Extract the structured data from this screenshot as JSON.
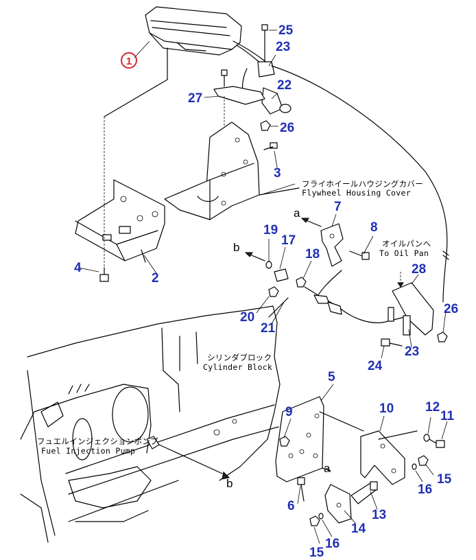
{
  "reference_marker": "1",
  "part_numbers": {
    "p2": "2",
    "p3": "3",
    "p4": "4",
    "p5": "5",
    "p6": "6",
    "p7": "7",
    "p8": "8",
    "p9": "9",
    "p10": "10",
    "p11": "11",
    "p12": "12",
    "p13": "13",
    "p14": "14",
    "p15a": "15",
    "p15b": "15",
    "p16a": "16",
    "p16b": "16",
    "p17": "17",
    "p18": "18",
    "p19": "19",
    "p20": "20",
    "p21": "21",
    "p22": "22",
    "p23a": "23",
    "p23b": "23",
    "p24": "24",
    "p25": "25",
    "p26a": "26",
    "p26b": "26",
    "p27": "27",
    "p28": "28"
  },
  "labels": {
    "flywheel_jp": "フライホイールハウジングカバー",
    "flywheel_en": "Flywheel Housing Cover",
    "oilpan_jp": "オイルパンへ",
    "oilpan_en": "To Oil Pan",
    "cylinder_jp": "シリンダブロック",
    "cylinder_en": "Cylinder Block",
    "injection_jp": "フュエルインジェクションポンプ",
    "injection_en": "Fuel Injection Pump"
  },
  "callouts": {
    "a_top": "a",
    "b_top": "b",
    "a_bottom": "a",
    "b_bottom": "b"
  },
  "colors": {
    "part_number": "#1f2fb4",
    "reference_marker": "#d4262e",
    "line": "#000000"
  }
}
